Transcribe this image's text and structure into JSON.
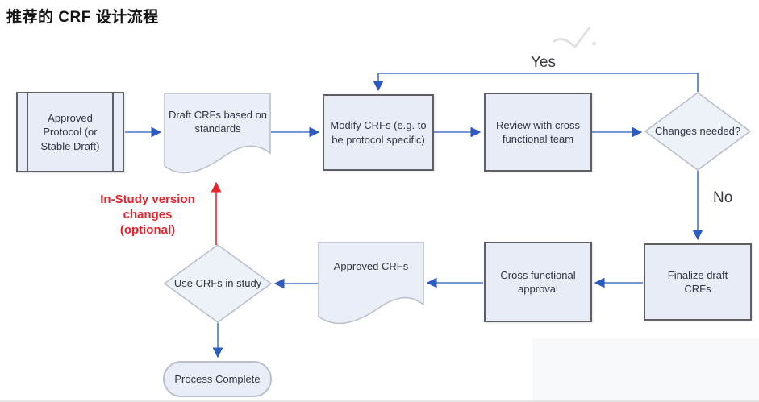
{
  "title": "推荐的 CRF 设计流程",
  "flow": {
    "nodes": {
      "approved_protocol": {
        "label": "Approved Protocol (or Stable Draft)",
        "shape": "predefined-process"
      },
      "draft_crfs": {
        "label": "Draft CRFs based on standards",
        "shape": "document"
      },
      "modify_crfs": {
        "label": "Modify CRFs (e.g. to be protocol specific)",
        "shape": "process"
      },
      "review_team": {
        "label": "Review with cross functional team",
        "shape": "process"
      },
      "changes_needed": {
        "label": "Changes needed?",
        "shape": "decision"
      },
      "finalize_crfs": {
        "label": "Finalize draft CRFs",
        "shape": "process"
      },
      "cross_approval": {
        "label": "Cross functional approval",
        "shape": "process"
      },
      "approved_crfs": {
        "label": "Approved CRFs",
        "shape": "document"
      },
      "use_crfs": {
        "label": "Use CRFs in study",
        "shape": "decision"
      },
      "process_complete": {
        "label": "Process Complete",
        "shape": "terminator"
      }
    },
    "edge_labels": {
      "yes": "Yes",
      "no": "No"
    },
    "annotation": {
      "lines": [
        "In-Study version",
        "changes",
        "(optional)"
      ],
      "color": "#e8232b"
    }
  },
  "icons": {
    "watermark": "check-mark"
  },
  "colors": {
    "arrow_blue": "#4873c9",
    "arrowhead_blue": "#2e5bbf",
    "annotation_red": "#e8232b",
    "shape_fill": "#e8ecf6",
    "process_border": "#5e5e63",
    "soft_border": "#b9c0cc",
    "node_text": "#2e3440"
  }
}
